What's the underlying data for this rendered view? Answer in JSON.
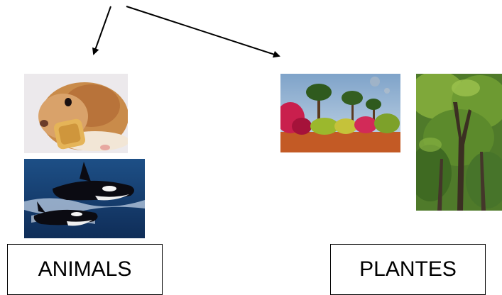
{
  "labels": {
    "animals": "ANIMALS",
    "plants": "PLANTES"
  },
  "images": {
    "hamster": "hamster-photo",
    "orca": "orca-photo",
    "palms": "palm-garden-photo",
    "tree": "tree-photo"
  },
  "colors": {
    "arrow": "#000000",
    "box_border": "#000000"
  }
}
